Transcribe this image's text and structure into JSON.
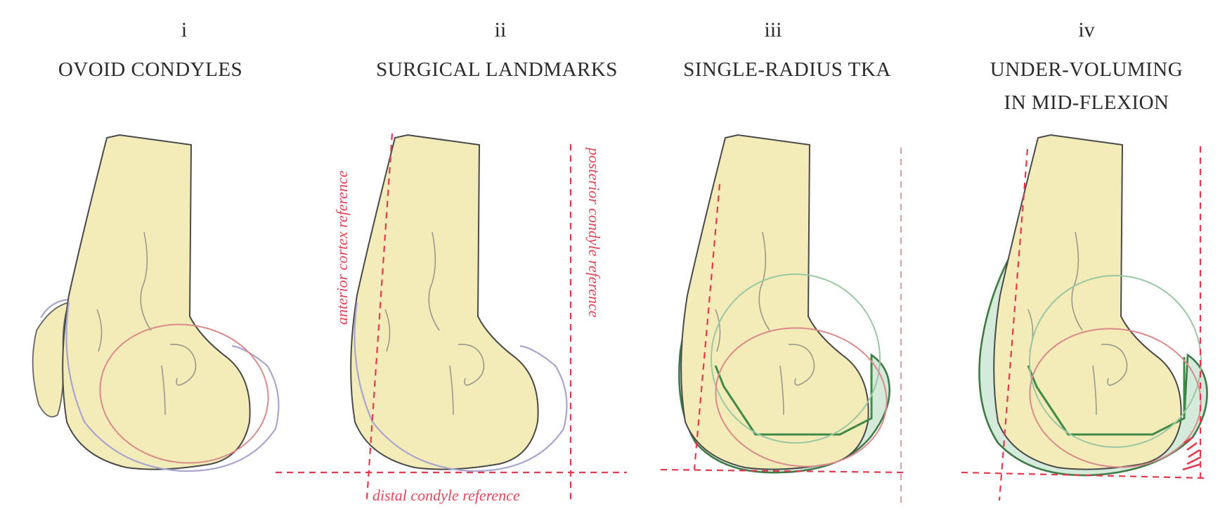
{
  "panels": [
    {
      "numeral": "i",
      "title_lines": [
        "OVOID CONDYLES"
      ]
    },
    {
      "numeral": "ii",
      "title_lines": [
        "SURGICAL LANDMARKS"
      ]
    },
    {
      "numeral": "iii",
      "title_lines": [
        "SINGLE-RADIUS TKA"
      ]
    },
    {
      "numeral": "iv",
      "title_lines": [
        "UNDER-VOLUMING",
        "IN MID-FLEXION"
      ]
    }
  ],
  "reference_labels": {
    "anterior": "anterior cortex reference",
    "posterior": "posterior condyle reference",
    "distal": "distal condyle reference"
  },
  "colors": {
    "bone_fill": "#f3ebb8",
    "reference_line": "#e23a4e",
    "implant_fill": "#cde6d3",
    "implant_outline": "#3f7a46",
    "condyle_outline": "#a8a6cf"
  }
}
